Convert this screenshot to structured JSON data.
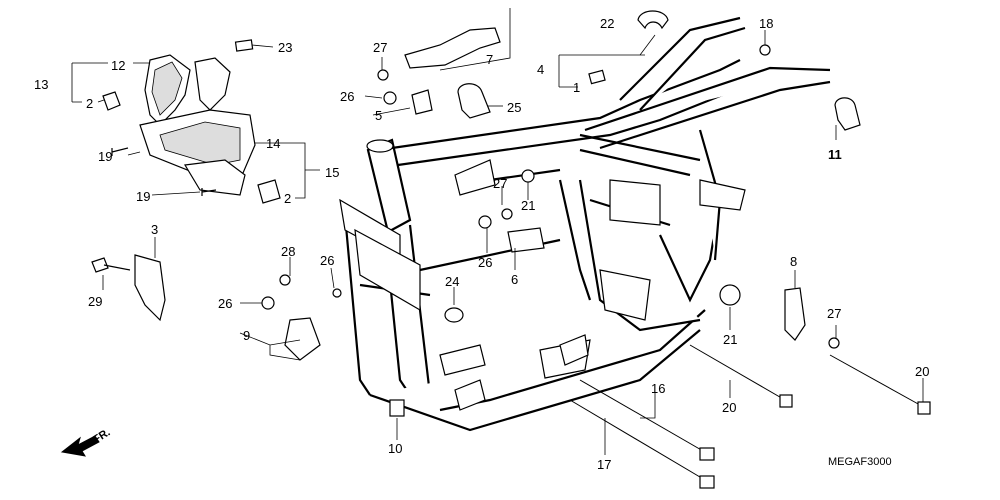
{
  "diagram": {
    "code": "MEGAF3000",
    "fr_label": "FR.",
    "callouts": [
      {
        "n": "1"
      },
      {
        "n": "2"
      },
      {
        "n": "2"
      },
      {
        "n": "3"
      },
      {
        "n": "4"
      },
      {
        "n": "5"
      },
      {
        "n": "6"
      },
      {
        "n": "7"
      },
      {
        "n": "8"
      },
      {
        "n": "9"
      },
      {
        "n": "10"
      },
      {
        "n": "11"
      },
      {
        "n": "12"
      },
      {
        "n": "13"
      },
      {
        "n": "14"
      },
      {
        "n": "15"
      },
      {
        "n": "16"
      },
      {
        "n": "17"
      },
      {
        "n": "18"
      },
      {
        "n": "19"
      },
      {
        "n": "19"
      },
      {
        "n": "20"
      },
      {
        "n": "20"
      },
      {
        "n": "21"
      },
      {
        "n": "21"
      },
      {
        "n": "22"
      },
      {
        "n": "23"
      },
      {
        "n": "24"
      },
      {
        "n": "25"
      },
      {
        "n": "26"
      },
      {
        "n": "26"
      },
      {
        "n": "26"
      },
      {
        "n": "26"
      },
      {
        "n": "27"
      },
      {
        "n": "27"
      },
      {
        "n": "27"
      },
      {
        "n": "28"
      },
      {
        "n": "29"
      }
    ]
  }
}
